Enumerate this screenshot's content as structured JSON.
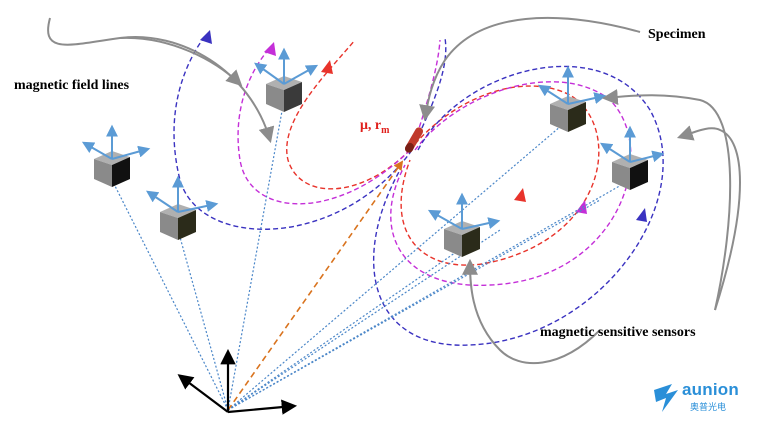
{
  "labels": {
    "specimen": "Specimen",
    "field_lines": "magnetic field lines",
    "sensors": "magnetic sensitive sensors",
    "dipole_main": "μ, r",
    "dipole_sub": "m"
  },
  "logo": {
    "name": "aunion",
    "subtitle": "奥普光电"
  },
  "colors": {
    "sensor_axes": "#5b9bd5",
    "sight_lines": "#4a86c8",
    "position_vector": "#d9731e",
    "field_inner": "#e8332b",
    "field_middle": "#c42fd8",
    "field_outer": "#3a32c0",
    "leader_lines": "#8c8c8c",
    "dipole": "#c0392b",
    "logo": "#2a8fd8"
  }
}
